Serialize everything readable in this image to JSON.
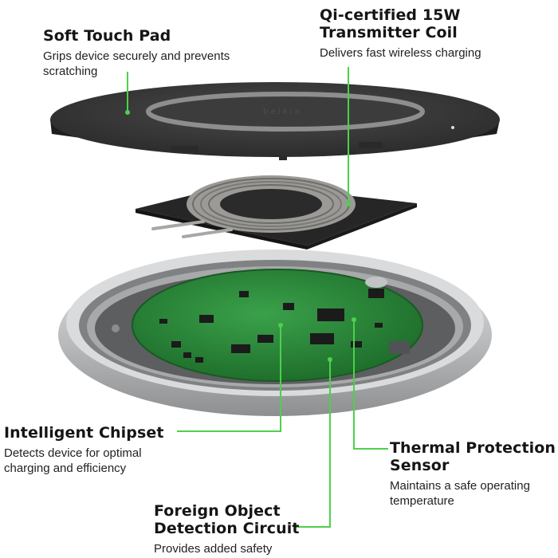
{
  "labels": {
    "soft_touch_pad": {
      "title": "Soft Touch Pad",
      "desc_lines": [
        "Grips device securely and prevents",
        "scratching"
      ]
    },
    "transmitter_coil": {
      "title_lines": [
        "Qi-certified 15W",
        "Transmitter Coil"
      ],
      "desc": "Delivers fast wireless charging"
    },
    "intelligent_chipset": {
      "title": "Intelligent Chipset",
      "desc_lines": [
        "Detects device for optimal",
        "charging and efficiency"
      ]
    },
    "thermal_sensor": {
      "title_lines": [
        "Thermal Protection",
        "Sensor"
      ],
      "desc_lines": [
        "Maintains a safe operating",
        "temperature"
      ]
    },
    "fod_circuit": {
      "title_lines": [
        "Foreign Object",
        "Detection Circuit"
      ],
      "desc": "Provides added safety"
    }
  },
  "colors": {
    "leader_line": "#4cd14c",
    "text": "#151515",
    "pcb": "#2f8d3c",
    "pad_top": "#3a3a3a",
    "base_metal": "#c9cbcc"
  }
}
